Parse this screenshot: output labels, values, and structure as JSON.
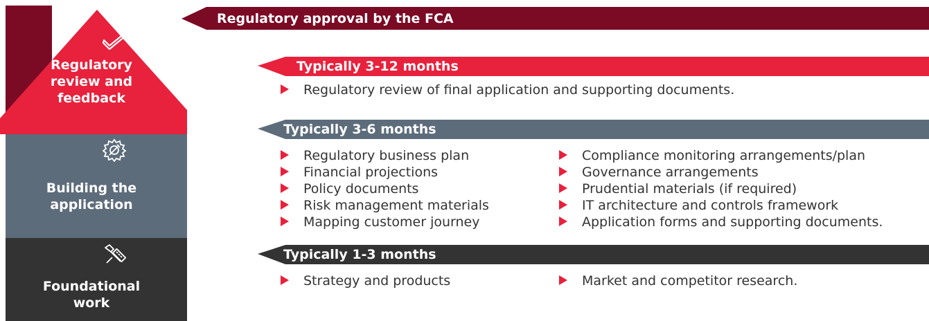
{
  "house": {
    "stages": [
      {
        "key": "regulatory",
        "label_lines": [
          "Regulatory",
          "review and",
          "feedback"
        ],
        "icon": "checkmark-icon",
        "color": "#e8213c"
      },
      {
        "key": "building",
        "label_lines": [
          "Building the",
          "application"
        ],
        "icon": "gear-wrench-icon",
        "color": "#5d6c7b"
      },
      {
        "key": "foundational",
        "label_lines": [
          "Foundational",
          "work"
        ],
        "icon": "tools-icon",
        "color": "#333333"
      }
    ],
    "chimney_color": "#7b0a25"
  },
  "roof_banner": {
    "text": "Regulatory approval by the FCA",
    "color": "#7b0a25"
  },
  "sections": [
    {
      "banner": "Typically 3-12 months",
      "color": "#e8213c",
      "columns": [
        [
          "Regulatory review of final application and supporting documents."
        ]
      ]
    },
    {
      "banner": "Typically 3-6 months",
      "color": "#5d6c7b",
      "columns": [
        [
          "Regulatory business plan",
          "Financial projections",
          "Policy documents",
          "Risk management materials",
          "Mapping customer journey"
        ],
        [
          "Compliance monitoring arrangements/plan",
          "Governance arrangements",
          "Prudential materials (if required)",
          "IT architecture and controls framework",
          "Application forms and supporting documents."
        ]
      ]
    },
    {
      "banner": "Typically 1-3 months",
      "color": "#333333",
      "columns": [
        [
          "Strategy and products"
        ],
        [
          "Market and competitor research."
        ]
      ]
    }
  ],
  "bullet_color": "#e8213c"
}
